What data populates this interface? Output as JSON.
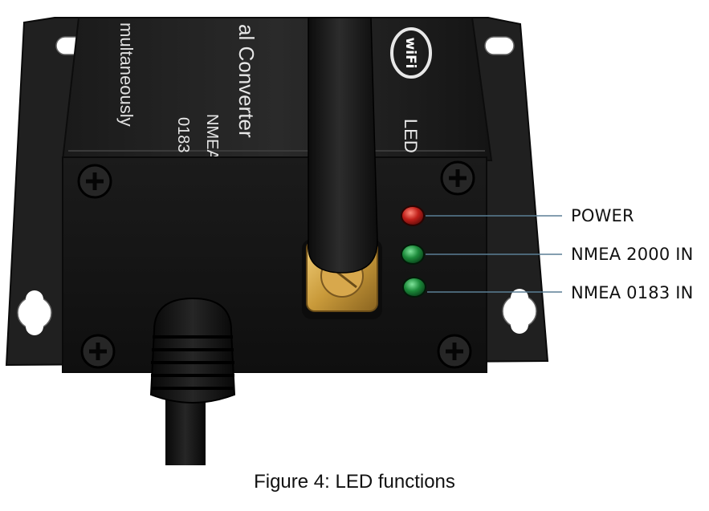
{
  "device": {
    "top_text_1": "al Converter",
    "top_text_2": "multaneously",
    "port_label_line1": "NMEA",
    "port_label_line2": "0183",
    "wifi_logo_text": "wiFi",
    "led_label": "LED",
    "led_colors": {
      "power": "#c0201a",
      "nmea2000": "#1c8a3a",
      "nmea0183": "#1c8a3a"
    }
  },
  "callouts": {
    "power": "POWER",
    "nmea2000": "NMEA 2000 IN",
    "nmea0183": "NMEA 0183 IN",
    "line_color": "#5b7f95"
  },
  "caption": "Figure 4: LED functions"
}
